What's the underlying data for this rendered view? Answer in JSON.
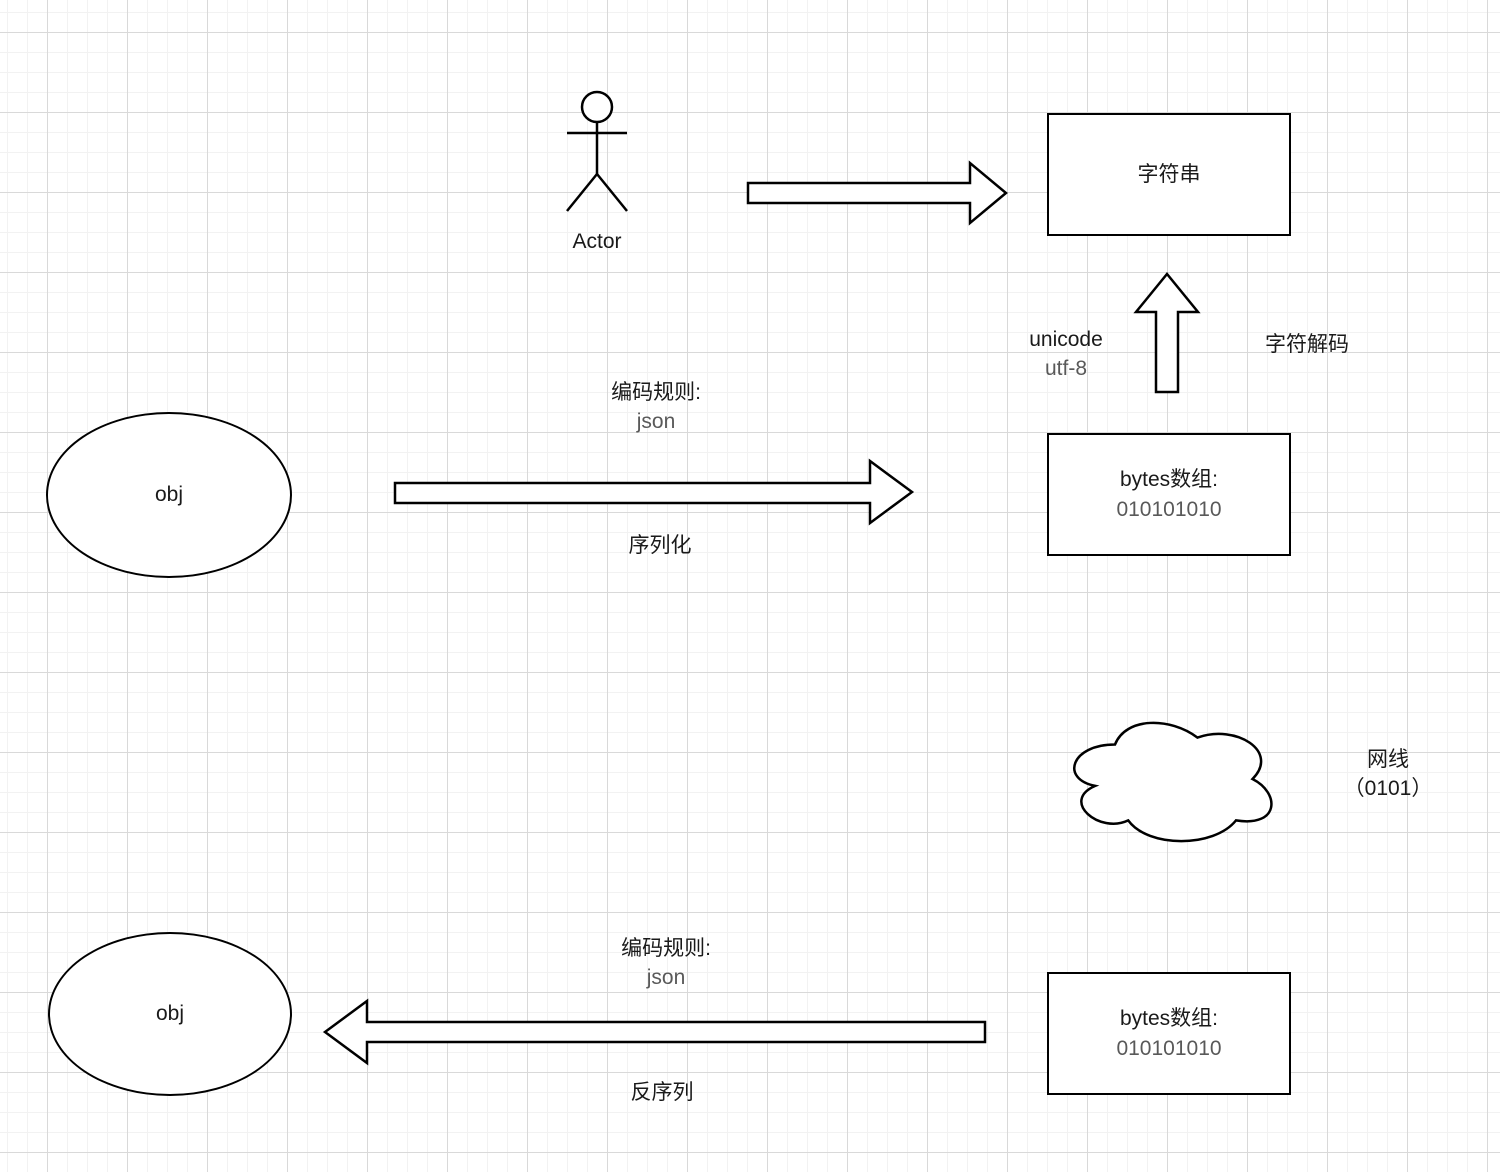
{
  "colors": {
    "stroke": "#000000",
    "text": "#1a1a1a",
    "muted_text": "#595959",
    "grid_minor": "#f2f2f2",
    "grid_major": "#d9d9d9",
    "background": "#ffffff"
  },
  "actor": {
    "label": "Actor"
  },
  "string_node": {
    "label": "字符串"
  },
  "decode": {
    "encoding_line1": "unicode",
    "encoding_line2": "utf-8",
    "action": "字符解码"
  },
  "obj_top": {
    "label": "obj"
  },
  "serialize": {
    "rule_title": "编码规则:",
    "rule_value": "json",
    "action": "序列化"
  },
  "bytes_top": {
    "title": "bytes数组:",
    "value": "010101010"
  },
  "network": {
    "label_line1": "网线",
    "label_line2": "（0101）"
  },
  "obj_bottom": {
    "label": "obj"
  },
  "deserialize": {
    "rule_title": "编码规则:",
    "rule_value": "json",
    "action": "反序列"
  },
  "bytes_bottom": {
    "title": "bytes数组:",
    "value": "010101010"
  }
}
